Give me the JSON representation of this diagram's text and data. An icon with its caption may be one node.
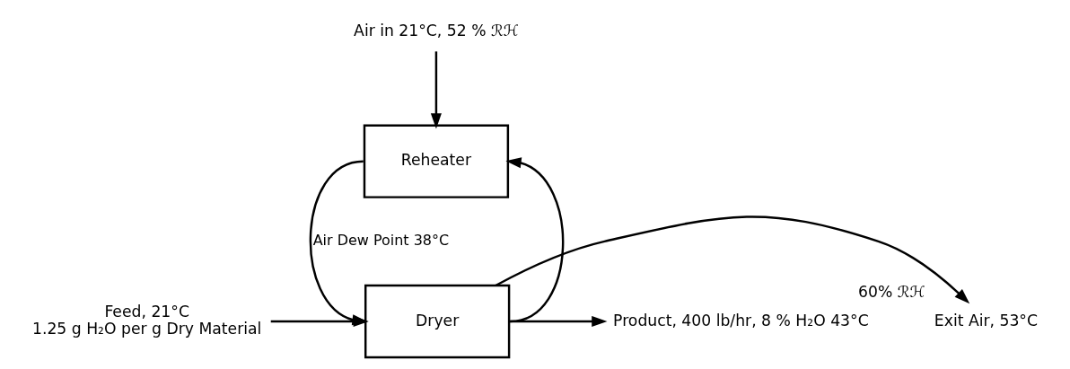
{
  "diagram": {
    "nodes": [
      {
        "text": [
          "Air in 21°C, 52 % ℛℋ"
        ]
      },
      {
        "text": [
          "Reheater"
        ]
      },
      {
        "text": [
          "Dryer"
        ]
      },
      {
        "text": [
          "Feed, 21°C",
          "1.25 g H₂O per g Dry Material"
        ]
      },
      {
        "text": [
          "Exit Air, 53°C"
        ],
        "beside": [
          "60% ℛℋ"
        ]
      },
      {
        "text": [
          "Product, 400 lb/hr, 8 % H₂O 43°C"
        ]
      }
    ],
    "edges": [
      {
        "from": 0,
        "to": 1,
        "arrow": "to"
      },
      {
        "from": 1,
        "to": 2,
        "arrow": "to",
        "label": "Air Dew Point 38°C"
      },
      {
        "from": 2,
        "to": 1,
        "arrow": "to"
      },
      {
        "from": 3,
        "to": 2,
        "arrow": "to"
      },
      {
        "from": 2,
        "to": 4,
        "arrow": "to"
      },
      {
        "from": 2,
        "to": 5,
        "arrow": "to"
      }
    ]
  }
}
